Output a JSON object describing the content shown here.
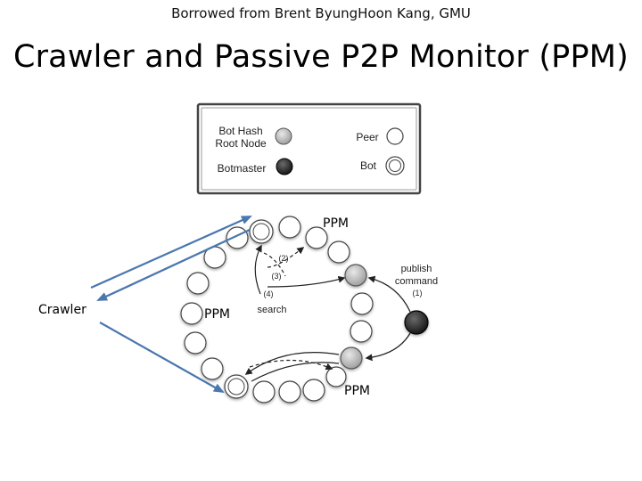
{
  "slide": {
    "credit": "Borrowed from Brent ByungHoon Kang, GMU",
    "title": "Crawler and Passive P2P Monitor (PPM)"
  },
  "legend": {
    "bot_hash_root_node_line1": "Bot Hash",
    "bot_hash_root_node_line2": "Root Node",
    "peer": "Peer",
    "botmaster": "Botmaster",
    "bot": "Bot"
  },
  "diagram": {
    "publish_command_line1": "publish",
    "publish_command_line2": "command",
    "step1": "(1)",
    "step2": "(2)",
    "step3": "(3)",
    "step4": "(4)",
    "search": "search"
  },
  "labels": {
    "ppm_top": "PPM",
    "ppm_left": "PPM",
    "ppm_bottom": "PPM",
    "crawler": "Crawler"
  },
  "colors": {
    "crawler_arrows": "#4a77ae",
    "root_node_fill": "#b8b8b8",
    "botmaster_fill": "#2b2b2b"
  }
}
